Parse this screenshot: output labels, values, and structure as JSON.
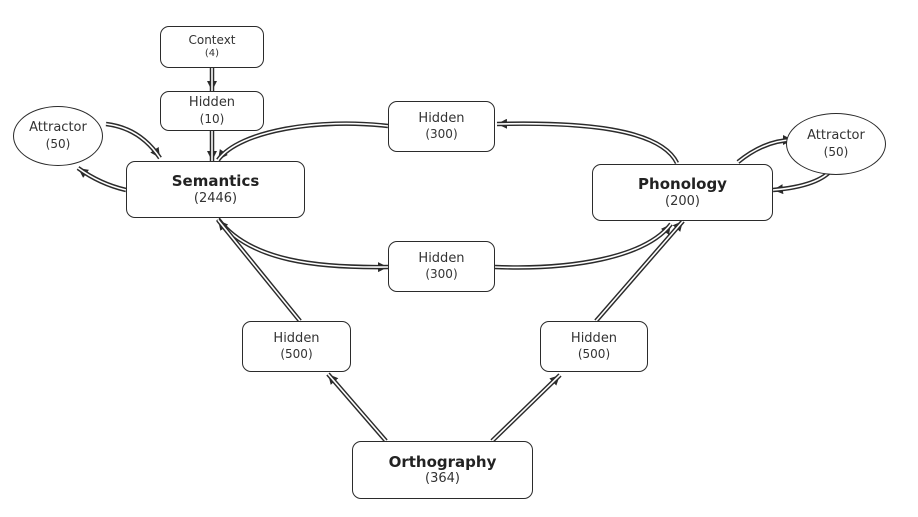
{
  "nodes": {
    "context": {
      "label": "Context",
      "count": "(4)"
    },
    "hidden_context": {
      "label": "Hidden",
      "count": "(10)"
    },
    "attractor_left": {
      "label": "Attractor",
      "count": "(50)"
    },
    "semantics": {
      "label": "Semantics",
      "count": "(2446)"
    },
    "hidden_top": {
      "label": "Hidden",
      "count": "(300)"
    },
    "hidden_middle": {
      "label": "Hidden",
      "count": "(300)"
    },
    "phonology": {
      "label": "Phonology",
      "count": "(200)"
    },
    "attractor_right": {
      "label": "Attractor",
      "count": "(50)"
    },
    "hidden_left": {
      "label": "Hidden",
      "count": "(500)"
    },
    "hidden_right": {
      "label": "Hidden",
      "count": "(500)"
    },
    "orthography": {
      "label": "Orthography",
      "count": "(364)"
    }
  },
  "connections": [
    {
      "from": "context",
      "to": "hidden_context"
    },
    {
      "from": "hidden_context",
      "to": "semantics"
    },
    {
      "from": "attractor_left",
      "to": "semantics"
    },
    {
      "from": "semantics",
      "to": "attractor_left"
    },
    {
      "from": "phonology",
      "to": "hidden_top"
    },
    {
      "from": "hidden_top",
      "to": "semantics"
    },
    {
      "from": "semantics",
      "to": "hidden_middle"
    },
    {
      "from": "hidden_middle",
      "to": "phonology"
    },
    {
      "from": "phonology",
      "to": "attractor_right"
    },
    {
      "from": "attractor_right",
      "to": "phonology"
    },
    {
      "from": "orthography",
      "to": "hidden_left"
    },
    {
      "from": "hidden_left",
      "to": "semantics"
    },
    {
      "from": "orthography",
      "to": "hidden_right"
    },
    {
      "from": "hidden_right",
      "to": "phonology"
    }
  ],
  "colors": {
    "stroke": "#2b2b2b",
    "text": "#333333",
    "background": "#ffffff"
  }
}
